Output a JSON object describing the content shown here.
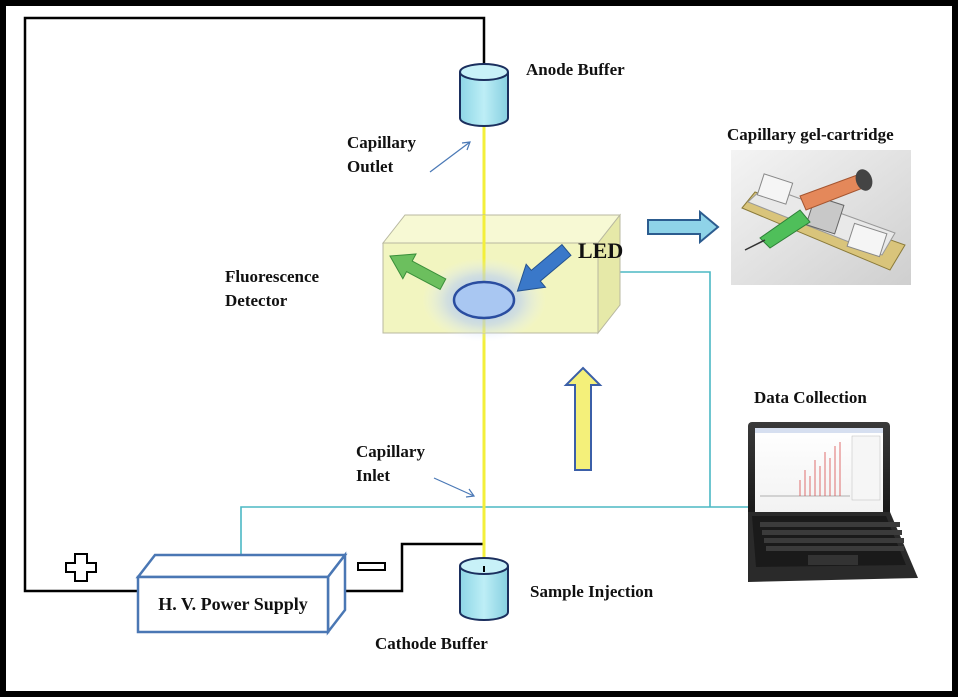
{
  "labels": {
    "anode_buffer": "Anode Buffer",
    "capillary_outlet_1": "Capillary",
    "capillary_outlet_2": "Outlet",
    "capillary_gel_cartridge": "Capillary gel-cartridge",
    "led": "LED",
    "fluorescence_1": "Fluorescence",
    "fluorescence_2": "Detector",
    "data_collection": "Data Collection",
    "capillary_inlet_1": "Capillary",
    "capillary_inlet_2": "Inlet",
    "sample_injection": "Sample Injection",
    "power_supply": "H. V. Power Supply",
    "cathode_buffer": "Cathode Buffer"
  },
  "colors": {
    "capillary": "#f3ef3a",
    "signal_wire": "#4bb8c4",
    "hv_wire": "#000000",
    "buffer_fill": "#a8e4ef",
    "detector_fill": "#f2f5c0",
    "power_box_stroke": "#4a77b4",
    "excitation_arrow": "#3a78c9",
    "emission_arrow": "#6cbf5e",
    "light_arrow": "#f4f07a",
    "data_flow_arrow": "#8fd3e8"
  },
  "icons": {
    "plus": "plus-sign-icon",
    "minus": "minus-sign-icon"
  }
}
